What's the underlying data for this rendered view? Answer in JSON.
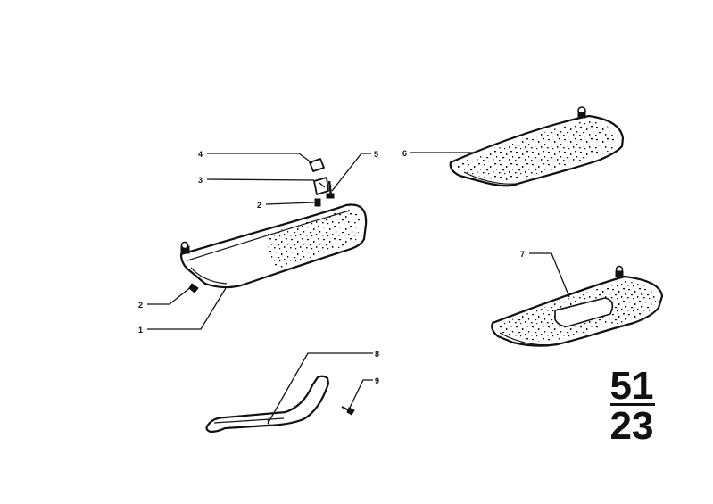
{
  "callouts": {
    "c1": "1",
    "c2a": "2",
    "c2b": "2",
    "c3": "3",
    "c4": "4",
    "c5": "5",
    "c6": "6",
    "c7": "7",
    "c8": "8",
    "c9": "9"
  },
  "group": {
    "main": "51",
    "sub": "23"
  }
}
